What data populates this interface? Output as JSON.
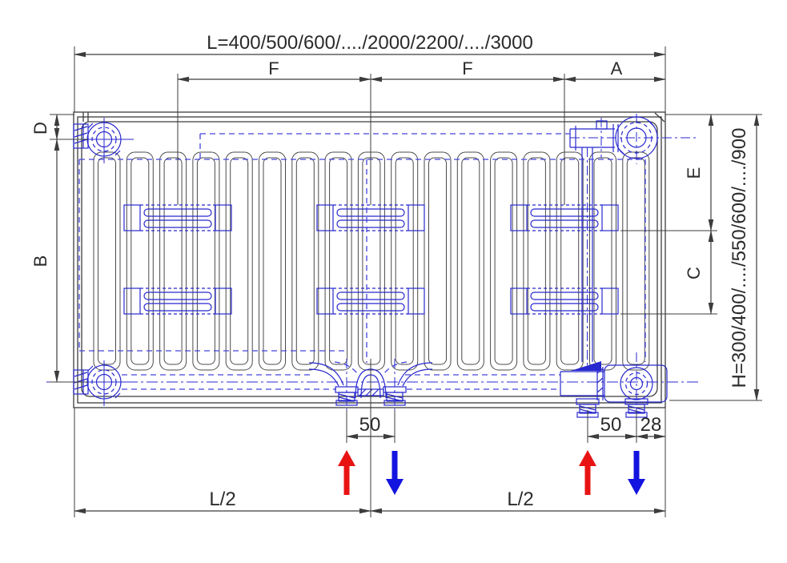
{
  "drawing": {
    "type": "radiator-dimension-diagram",
    "labels": {
      "overall_length": "L=400/500/600/..../2000/2200/..../3000",
      "overall_height": "H=300/400/..../550/600/..../900",
      "f_left": "F",
      "f_right": "F",
      "a_offset": "A",
      "d_offset": "D",
      "b_axis_span": "B",
      "e_bracket_top": "E",
      "c_bracket_gap": "C",
      "conn_spacing_center": "50",
      "conn_spacing_valve": "50",
      "valve_edge_offset": "28",
      "half_length_left": "L/2",
      "half_length_right": "L/2"
    },
    "icons": {
      "supply": "red-arrow-up",
      "return": "blue-arrow-down"
    },
    "colors": {
      "line": "#3c3c3c",
      "text": "#2b2b2b",
      "blue": "#2828cf",
      "blue_dash": "#4343dc",
      "supply_red": "#e81414",
      "return_blue": "#1414e0"
    }
  }
}
